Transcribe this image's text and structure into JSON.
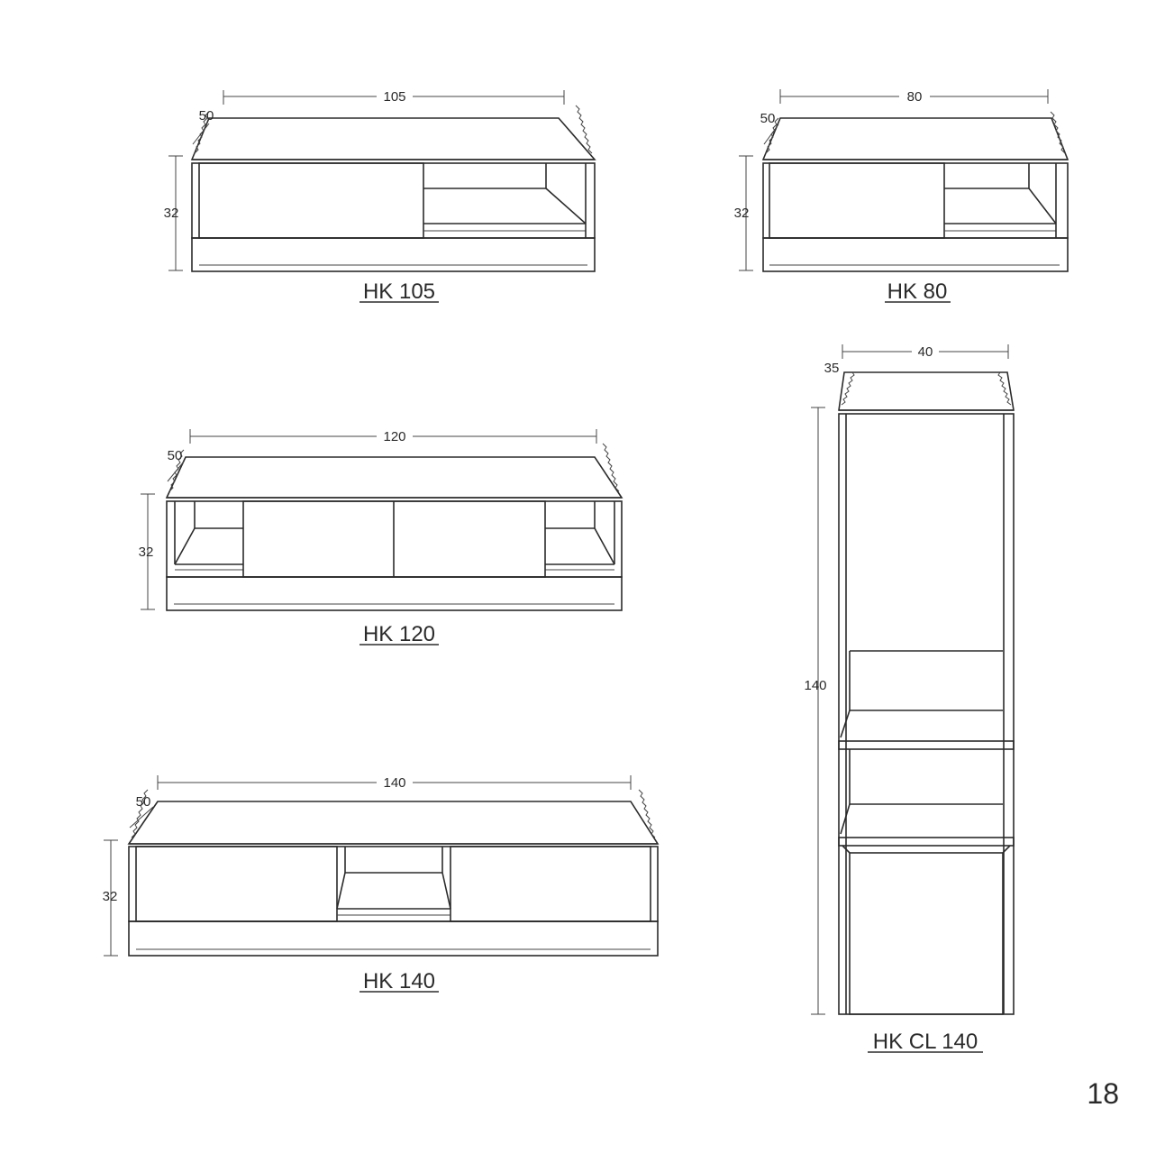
{
  "page_number": "18",
  "units": [
    {
      "name": "HK 105",
      "width": "105",
      "depth": "50",
      "height": "32"
    },
    {
      "name": "HK 80",
      "width": "80",
      "depth": "50",
      "height": "32"
    },
    {
      "name": "HK 120",
      "width": "120",
      "depth": "50",
      "height": "32"
    },
    {
      "name": "HK 140",
      "width": "140",
      "depth": "50",
      "height": "32"
    },
    {
      "name": "HK CL 140",
      "width": "40",
      "depth": "35",
      "height": "140"
    }
  ]
}
